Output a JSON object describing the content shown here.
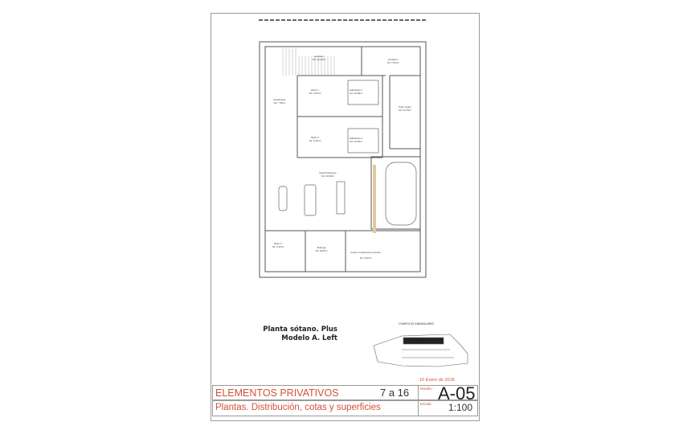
{
  "plan": {
    "rooms": [
      {
        "name": "Lavadero",
        "area": "Sd: 10,20m²"
      },
      {
        "name": "Lavadero",
        "area": "Sd: 7,00m²"
      },
      {
        "name": "Distribuidor",
        "area": "Sd: 7,98m²"
      },
      {
        "name": "Baño 1",
        "area": "Sd: 5,00m²"
      },
      {
        "name": "Habitación 1",
        "area": "Sd: 11,80m²"
      },
      {
        "name": "Patio Inglés",
        "area": "Sd: 14,70m²"
      },
      {
        "name": "Baño 2",
        "area": "Sd: 5,00m²"
      },
      {
        "name": "Habitación 2",
        "area": "Sd: 11,80m²"
      },
      {
        "name": "Sala Polivalente",
        "area": "Sd: 44,90m²"
      },
      {
        "name": "Baño 3",
        "area": "Sd: 3,30m²"
      },
      {
        "name": "Bodega",
        "area": "Sd: 8,00m²"
      },
      {
        "name": "Cuarto instalaciones Piscina",
        "area": "Sd: 5,00m²"
      }
    ]
  },
  "caption": {
    "line1": "Planta sótano. Plus",
    "line2": "Modelo A. Left"
  },
  "site_plan": {
    "title": "COMPLEJO INMOBILIARIO"
  },
  "title_block": {
    "date": "10 Enero de 2018",
    "title": "ELEMENTOS PRIVATIVOS",
    "subtitle": "Plantas. Distribución, cotas y superficies",
    "pages": "7 a 16",
    "model_label": "Modelo",
    "model": "A-05",
    "scale_label": "Escala",
    "scale": "1:100"
  },
  "colors": {
    "accent": "#d2523a",
    "line": "#555555"
  }
}
